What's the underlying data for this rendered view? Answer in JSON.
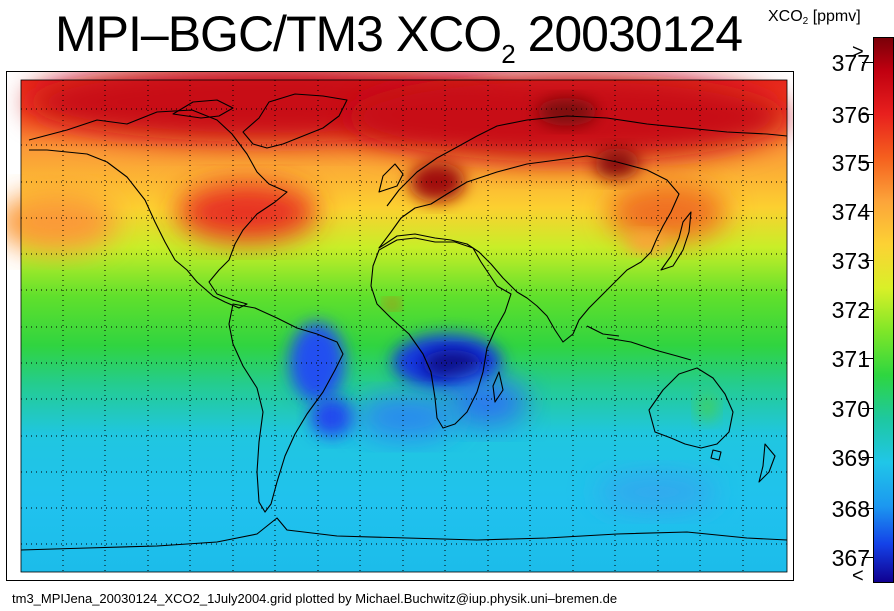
{
  "title": {
    "main": "MPI–BGC/TM3 XCO",
    "subscript": "2",
    "date": "20030124"
  },
  "colorbar": {
    "unit_prefix": "XCO",
    "unit_subscript": "2",
    "unit_suffix": "[ppmv]",
    "ticks": [
      "377",
      "376",
      "375",
      "374",
      "373",
      "372",
      "371",
      "370",
      "369",
      "368",
      "367"
    ],
    "over_symbol": ">",
    "under_symbol": "<",
    "colors": [
      "#7a0008",
      "#c00010",
      "#e8201e",
      "#f5601e",
      "#fca43a",
      "#fcd234",
      "#d9f028",
      "#7ee628",
      "#2ed640",
      "#1ec8a0",
      "#20c6e8",
      "#1c98f0",
      "#1442e8",
      "#100090"
    ]
  },
  "map": {
    "projection": "equirectangular",
    "grid": "dotted",
    "coastlines": true
  },
  "footer": "tm3_MPIJena_20030124_XCO2_1July2004.grid plotted by Michael.Buchwitz@iup.physik.uni–bremen.de"
}
